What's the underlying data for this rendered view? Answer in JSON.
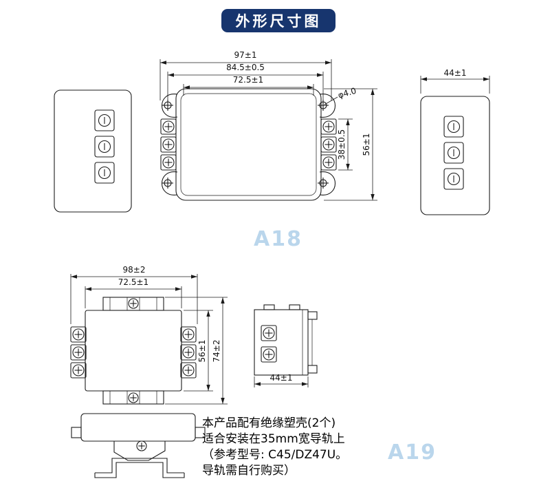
{
  "header": {
    "title": "外形尺寸图"
  },
  "watermarks": {
    "model_top": "A18",
    "model_bottom": "A19"
  },
  "drawing_a18": {
    "dims": {
      "width_overall": "97±1",
      "width_mounting": "84.5±0.5",
      "width_inner": "72.5±1",
      "hole_diameter": "φ4.0",
      "height_terminals": "38±0.5",
      "height_overall": "56±1",
      "depth": "44±1"
    }
  },
  "drawing_a19": {
    "dims": {
      "width_overall": "98±2",
      "width_body": "72.5±1",
      "height_body": "56±1",
      "height_overall": "74±2",
      "depth": "44±1"
    }
  },
  "note": {
    "lines": [
      "本产品配有绝缘塑壳(2个)",
      "适合安装在35mm宽导轨上",
      "（参考型号: C45/DZ47U。",
      "导轨需自行购买）"
    ]
  },
  "colors": {
    "badge_background": "#17356e",
    "badge_text": "#ffffff",
    "watermark": "#bad6ec",
    "drawing_line": "#1b1b1b"
  }
}
